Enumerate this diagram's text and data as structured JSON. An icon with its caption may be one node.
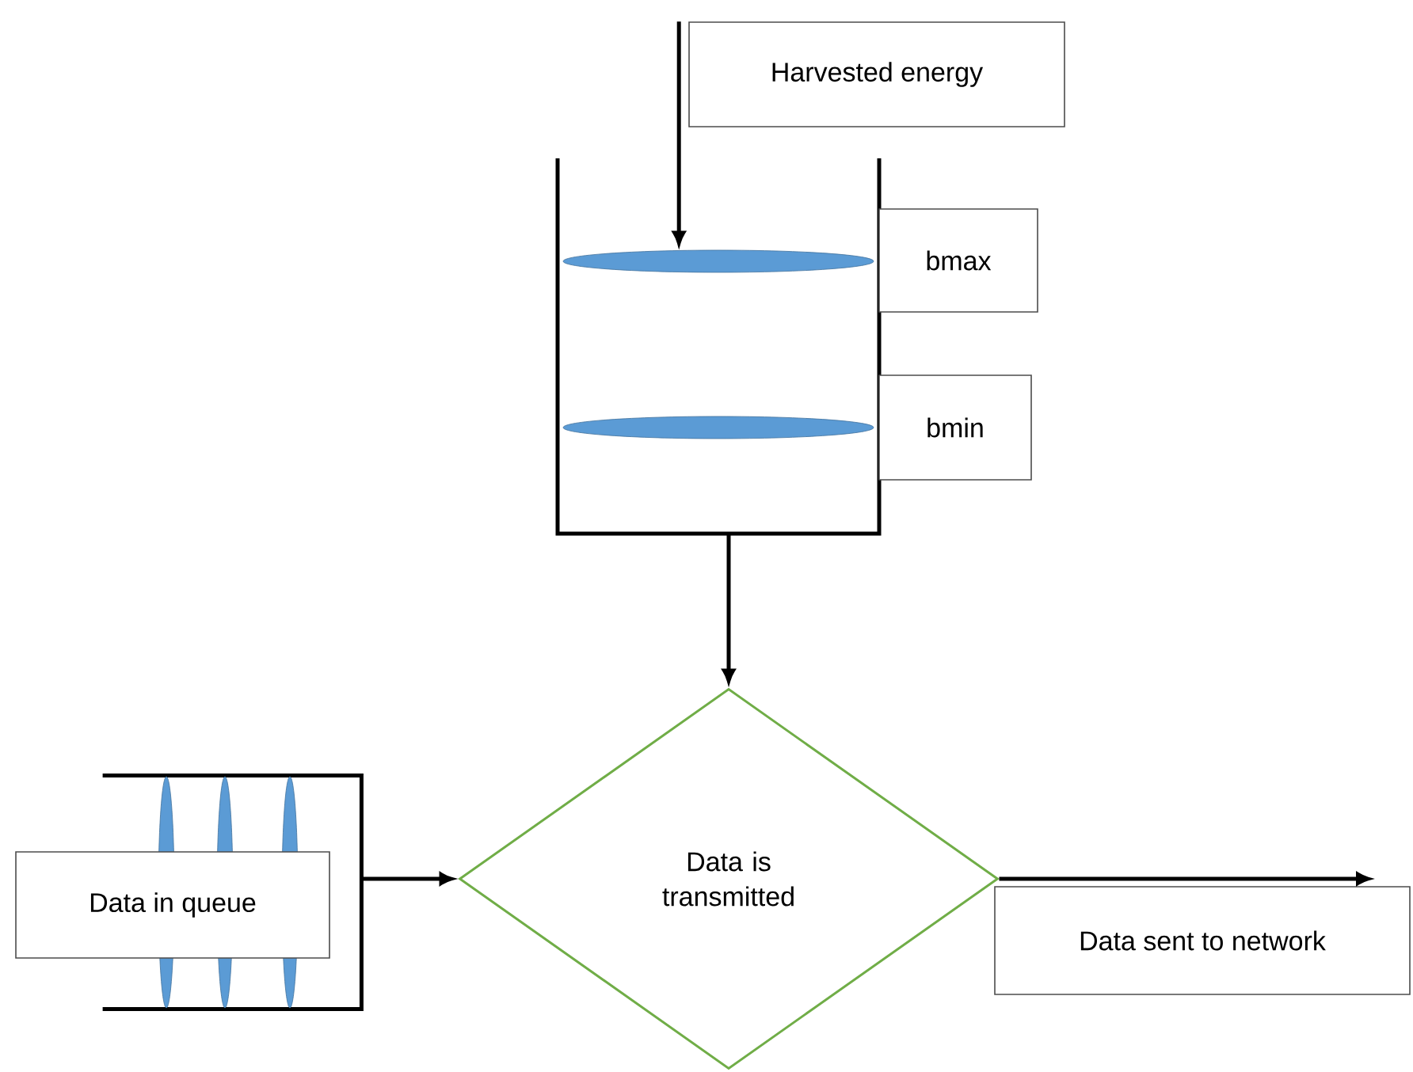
{
  "diagram": {
    "nodes": [
      {
        "text": [
          "Harvested energy"
        ]
      },
      {
        "text": [],
        "shape": "box"
      },
      {
        "text": [
          "bmax"
        ]
      },
      {
        "text": [
          "bmin"
        ]
      },
      {
        "text": [],
        "shape": "box"
      },
      {
        "text": [
          "Data in queue"
        ]
      },
      {
        "text": [
          "Data is transmitted"
        ]
      },
      {
        "text": [
          "Data sent to network"
        ]
      }
    ],
    "edges": [
      {
        "from": 0,
        "to": 1,
        "arrow": "to"
      },
      {
        "from": 1,
        "to": 6,
        "arrow": "to"
      },
      {
        "from": 4,
        "to": 6,
        "arrow": "to"
      },
      {
        "from": 6,
        "to": 7,
        "arrow": "to"
      }
    ]
  }
}
